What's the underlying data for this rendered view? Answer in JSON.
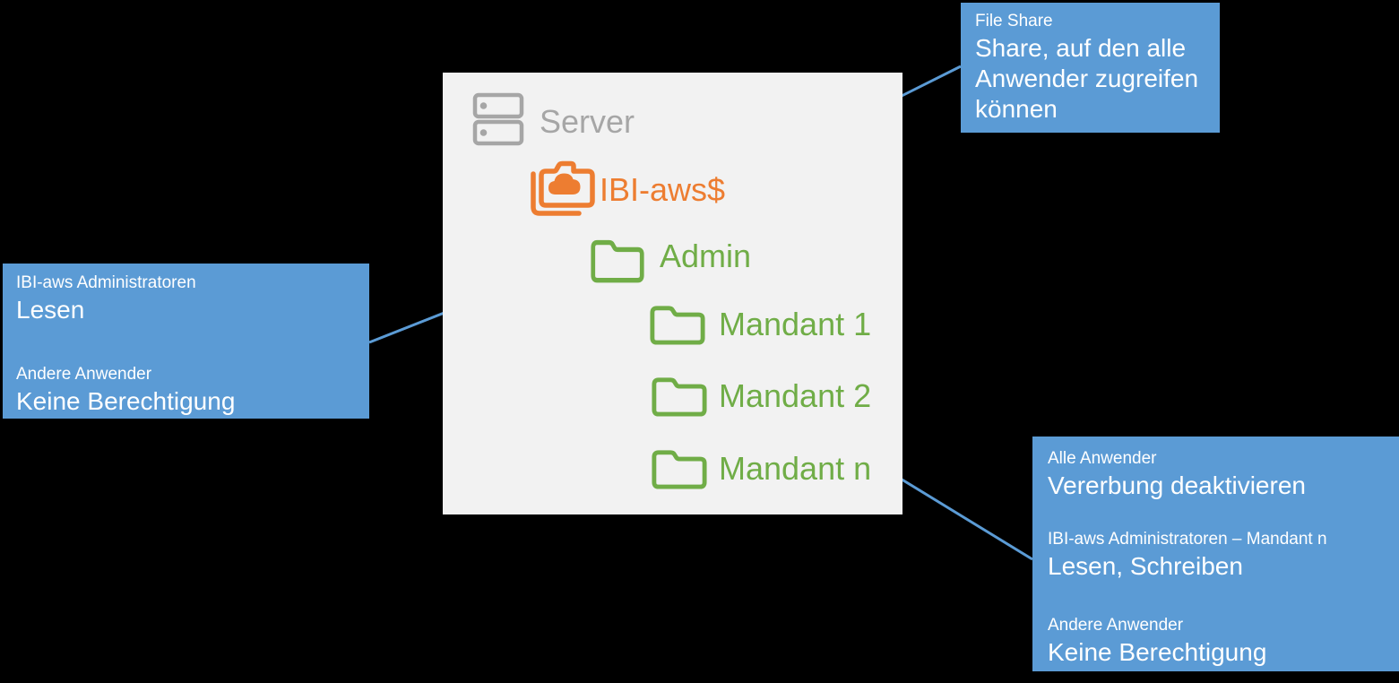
{
  "colors": {
    "background": "#000000",
    "panel_bg": "#f2f2f2",
    "callout_bg": "#5b9bd5",
    "arrow": "#5b9bd5",
    "server_gray": "#a6a6a6",
    "share_orange": "#ed7d31",
    "folder_green": "#70ad47",
    "callout_text": "#ffffff"
  },
  "panel": {
    "server_label": "Server",
    "tree": {
      "share": {
        "label": "IBI-aws$",
        "icon": "shared-cloud-folder-icon"
      },
      "admin": {
        "label": "Admin",
        "icon": "folder-icon"
      },
      "mandant1": {
        "label": "Mandant 1",
        "icon": "folder-icon"
      },
      "mandant2": {
        "label": "Mandant 2",
        "icon": "folder-icon"
      },
      "mandantn": {
        "label": "Mandant n",
        "icon": "folder-icon"
      }
    }
  },
  "callouts": {
    "file_share": {
      "title": "File Share",
      "body": "Share, auf den alle Anwender zugreifen können"
    },
    "admin_permissions": {
      "sections": [
        {
          "group": "IBI-aws Administratoren",
          "permission": "Lesen"
        },
        {
          "group": "Andere Anwender",
          "permission": "Keine Berechtigung"
        }
      ]
    },
    "mandant_permissions": {
      "sections": [
        {
          "group": "Alle Anwender",
          "permission": "Vererbung deaktivieren"
        },
        {
          "group": "IBI-aws Administratoren – Mandant n",
          "permission": "Lesen, Schreiben"
        },
        {
          "group": "Andere Anwender",
          "permission": "Keine Berechtigung"
        }
      ]
    }
  }
}
